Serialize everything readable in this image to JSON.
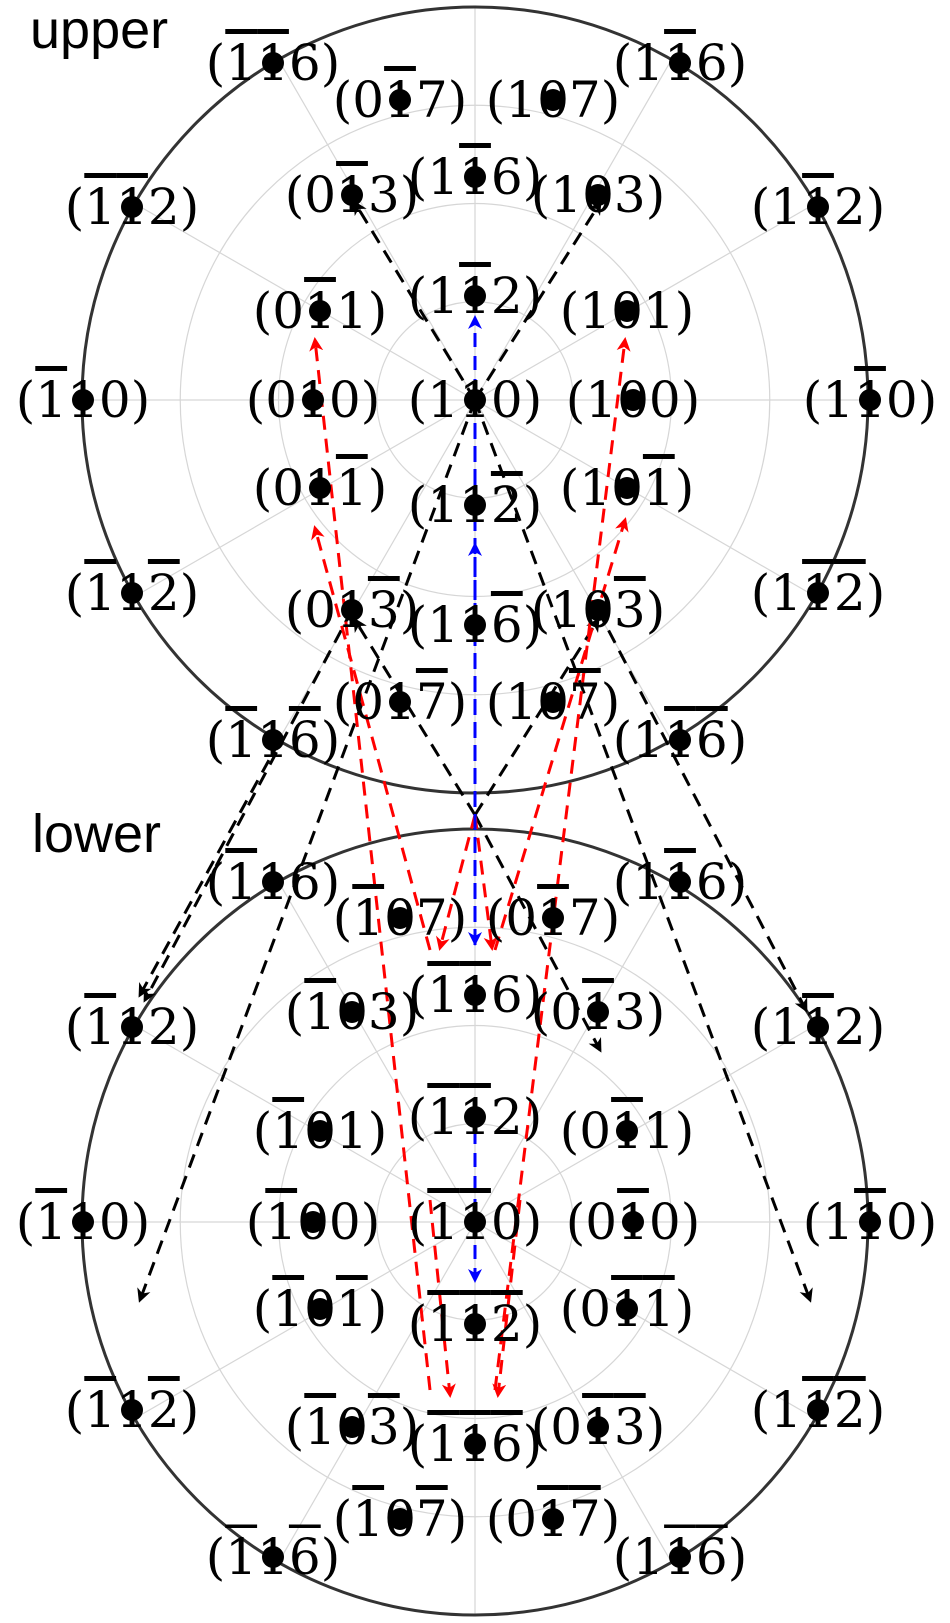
{
  "panels": [
    {
      "id": "upper",
      "title": "upper",
      "labels": [
        {
          "text": "(̅1̅1 6)",
          "h": "-1 -1 6",
          "x": 0,
          "y": 0
        },
        {
          "text": "(0̅1 7)",
          "h": "0 -1 7",
          "x": 0,
          "y": 0
        }
      ]
    }
  ],
  "upper": {
    "title": "upper",
    "points": [
      {
        "h": "-1",
        "k": "-1",
        "l": "6"
      },
      {
        "h": "0",
        "k": "-1",
        "l": "7"
      },
      {
        "h": "1",
        "k": "0",
        "l": "7"
      },
      {
        "h": "1",
        "k": "-1",
        "l": "6"
      },
      {
        "h": "-1",
        "k": "-1",
        "l": "2"
      },
      {
        "h": "0",
        "k": "-1",
        "l": "3"
      },
      {
        "h": "1",
        "k": "-1",
        "l": "6"
      },
      {
        "h": "1",
        "k": "0",
        "l": "3"
      },
      {
        "h": "1",
        "k": "-1",
        "l": "2"
      },
      {
        "h": "0",
        "k": "-1",
        "l": "1"
      },
      {
        "h": "1",
        "k": "-1",
        "l": "2"
      },
      {
        "h": "1",
        "k": "0",
        "l": "1"
      },
      {
        "h": "-1",
        "k": "1",
        "l": "0"
      },
      {
        "h": "0",
        "k": "1",
        "l": "0"
      },
      {
        "h": "1",
        "k": "1",
        "l": "0"
      },
      {
        "h": "1",
        "k": "0",
        "l": "0"
      },
      {
        "h": "1",
        "k": "-1",
        "l": "0"
      },
      {
        "h": "0",
        "k": "1",
        "l": "-1"
      },
      {
        "h": "1",
        "k": "1",
        "l": "-2"
      },
      {
        "h": "1",
        "k": "0",
        "l": "-1"
      },
      {
        "h": "-1",
        "k": "1",
        "l": "-2"
      },
      {
        "h": "0",
        "k": "1",
        "l": "-3"
      },
      {
        "h": "1",
        "k": "1",
        "l": "-6"
      },
      {
        "h": "1",
        "k": "0",
        "l": "-3"
      },
      {
        "h": "1",
        "k": "-1",
        "l": "-2"
      },
      {
        "h": "-1",
        "k": "1",
        "l": "-6"
      },
      {
        "h": "0",
        "k": "1",
        "l": "-7"
      },
      {
        "h": "1",
        "k": "0",
        "l": "-7"
      },
      {
        "h": "1",
        "k": "-1",
        "l": "-6"
      }
    ]
  },
  "lower": {
    "title": "lower",
    "points": [
      {
        "h": "-1",
        "k": "1",
        "l": "6"
      },
      {
        "h": "-1",
        "k": "0",
        "l": "7"
      },
      {
        "h": "0",
        "k": "-1",
        "l": "7"
      },
      {
        "h": "1",
        "k": "-1",
        "l": "6"
      },
      {
        "h": "-1",
        "k": "1",
        "l": "2"
      },
      {
        "h": "-1",
        "k": "0",
        "l": "3"
      },
      {
        "h": "-1",
        "k": "-1",
        "l": "6"
      },
      {
        "h": "0",
        "k": "-1",
        "l": "3"
      },
      {
        "h": "1",
        "k": "-1",
        "l": "2"
      },
      {
        "h": "-1",
        "k": "0",
        "l": "1"
      },
      {
        "h": "-1",
        "k": "-1",
        "l": "2"
      },
      {
        "h": "0",
        "k": "-1",
        "l": "1"
      },
      {
        "h": "-1",
        "k": "1",
        "l": "0"
      },
      {
        "h": "-1",
        "k": "0",
        "l": "0"
      },
      {
        "h": "-1",
        "k": "-1",
        "l": "0"
      },
      {
        "h": "0",
        "k": "-1",
        "l": "0"
      },
      {
        "h": "1",
        "k": "-1",
        "l": "0"
      },
      {
        "h": "-1",
        "k": "0",
        "l": "-1"
      },
      {
        "h": "-1",
        "k": "-1",
        "l": "-2"
      },
      {
        "h": "0",
        "k": "-1",
        "l": "-1"
      },
      {
        "h": "-1",
        "k": "1",
        "l": "-2"
      },
      {
        "h": "-1",
        "k": "0",
        "l": "-3"
      },
      {
        "h": "-1",
        "k": "-1",
        "l": "-6"
      },
      {
        "h": "0",
        "k": "-1",
        "l": "-3"
      },
      {
        "h": "1",
        "k": "-1",
        "l": "-2"
      },
      {
        "h": "-1",
        "k": "1",
        "l": "-6"
      },
      {
        "h": "-1",
        "k": "0",
        "l": "-7"
      },
      {
        "h": "0",
        "k": "-1",
        "l": "-7"
      },
      {
        "h": "1",
        "k": "-1",
        "l": "-6"
      }
    ]
  },
  "colors": {
    "black_arrow": "#000000",
    "red_arrow": "#ff0000",
    "blue_arrow": "#0000ff",
    "outline": "#333333",
    "grid": "#d6d6d6"
  }
}
